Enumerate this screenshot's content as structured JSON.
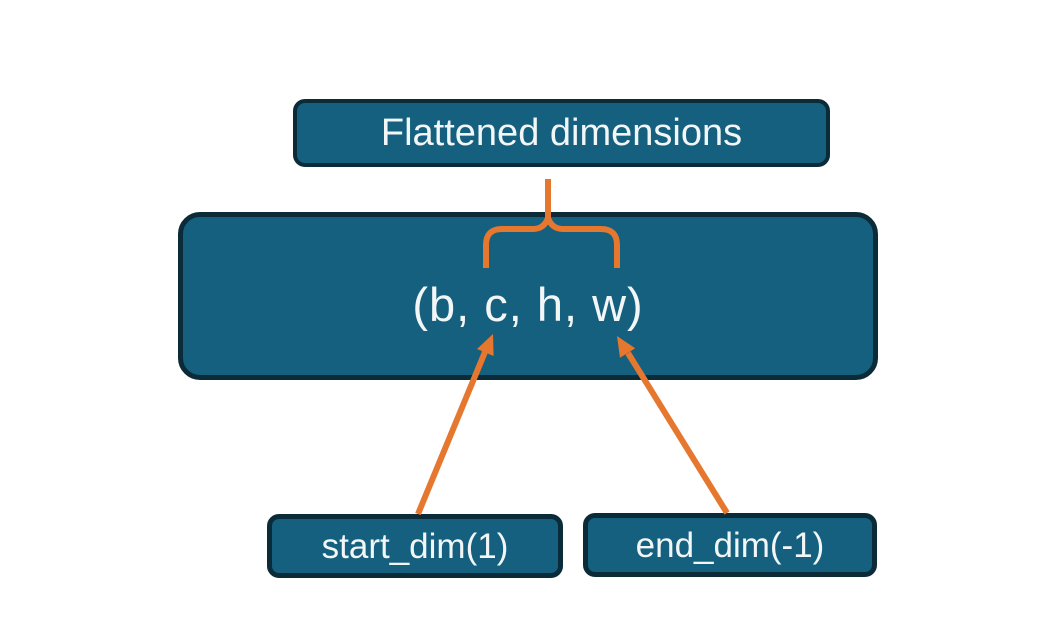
{
  "diagram": {
    "description": "Flatten operation diagram showing which tensor dimensions are flattened",
    "nodes": {
      "flattened": {
        "label": "Flattened dimensions"
      },
      "shape": {
        "label": "(b, c, h, w)"
      },
      "start_dim": {
        "label": "start_dim(1)"
      },
      "end_dim": {
        "label": "end_dim(-1)"
      }
    },
    "colors": {
      "node_fill": "#15607F",
      "node_border": "#0C2B39",
      "label_text": "#F2F6F7",
      "accent_orange": "#E6772F",
      "background": "#FFFFFF"
    }
  }
}
